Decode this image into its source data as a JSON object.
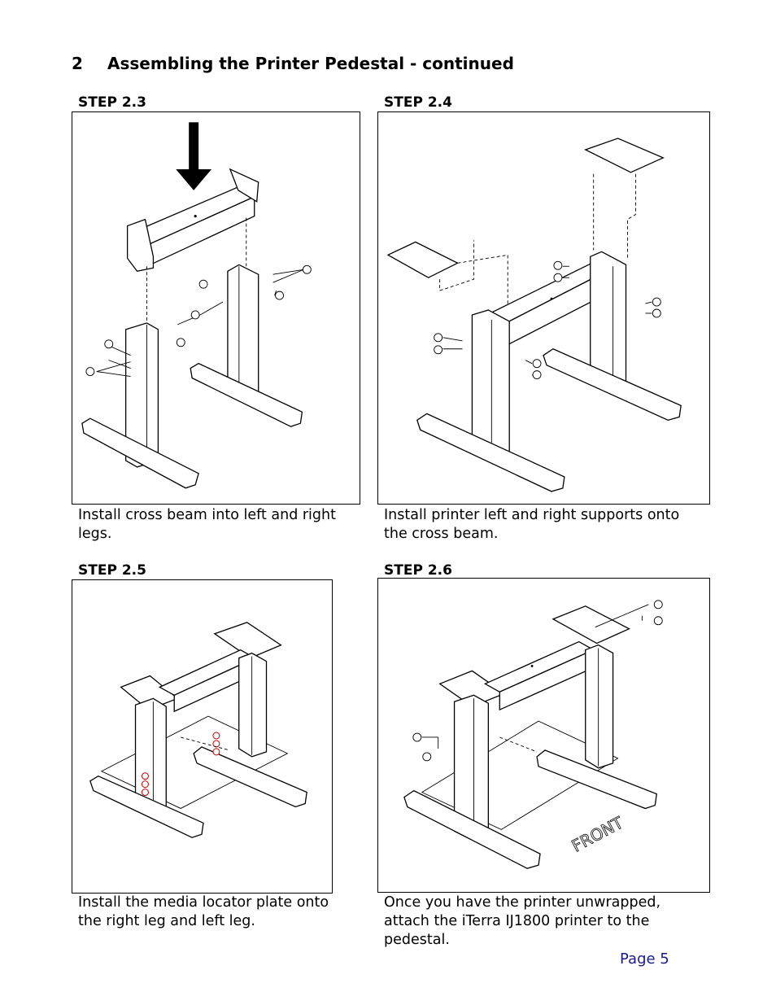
{
  "heading": {
    "number": "2",
    "title": "Assembling the Printer Pedestal - continued"
  },
  "steps": [
    {
      "label": "STEP 2.3",
      "caption": "Install cross beam into left and right legs."
    },
    {
      "label": "STEP 2.4",
      "caption": "Install printer left and right supports onto the cross beam."
    },
    {
      "label": "STEP 2.5",
      "caption": "Install the media locator plate onto the right leg and left leg."
    },
    {
      "label": "STEP 2.6",
      "caption": "Once you have the printer unwrapped, attach the iTerra IJ1800 printer to the pedestal."
    }
  ],
  "diagram_text": {
    "front_label": "FRONT"
  },
  "footer": {
    "page": "Page 5"
  }
}
